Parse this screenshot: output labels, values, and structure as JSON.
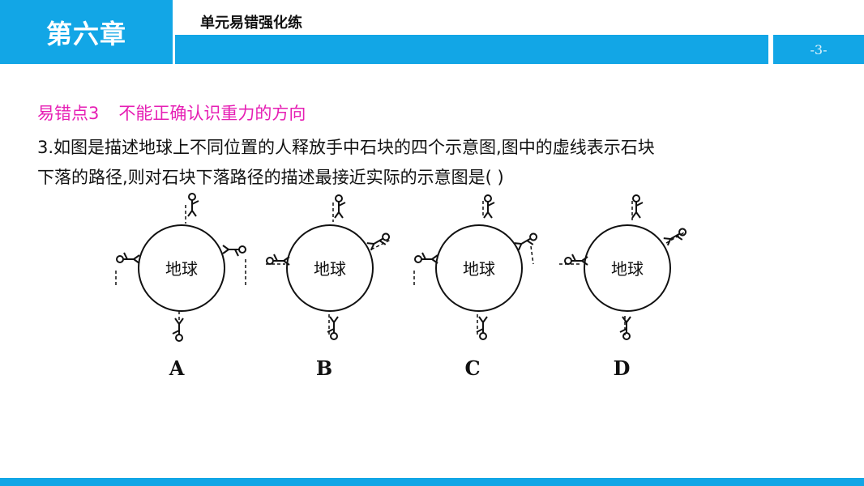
{
  "header": {
    "chapter": "第六章",
    "section_title": "单元易错强化练",
    "page": "-3-"
  },
  "point": {
    "label": "易错点3",
    "title": "不能正确认识重力的方向"
  },
  "question": {
    "line1": "3.如图是描述地球上不同位置的人释放手中石块的四个示意图,图中的虚线表示石块",
    "line2": "下落的路径,则对石块下落路径的描述最接近实际的示意图是(      )"
  },
  "figure": {
    "earth_label": "地球",
    "options": [
      "A",
      "B",
      "C",
      "D"
    ]
  },
  "colors": {
    "accent": "#12A6E6",
    "highlight": "#E61FB4"
  }
}
